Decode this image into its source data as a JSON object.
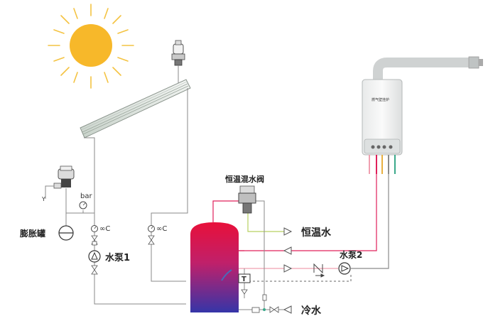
{
  "labels": {
    "expansion_tank": "膨胀罐",
    "pump1": "水泵1",
    "pump2": "水泵2",
    "thermostatic_valve": "恒温混水阀",
    "constant_temp_water": "恒温水",
    "cold_water": "冷水",
    "boiler_panel": "燃气壁挂炉",
    "gauge_bar": "bar",
    "temp_c_1": "∞C",
    "temp_c_2": "∞C",
    "sensor_letter": "T"
  },
  "icons": {
    "sun": "sun-icon",
    "air_vent": "air-vent-icon",
    "pump": "pump-icon",
    "check_valve": "check-valve-icon",
    "gauge": "pressure-gauge-icon",
    "thermometer": "thermometer-icon"
  },
  "colors": {
    "sun": "#f7b82a",
    "sun_rays": "#f4c342",
    "hot_pipe": "#e0205a",
    "warm_pipe": "#f0a0b0",
    "mixed_pipe": "#b8d060",
    "cold_pipe": "#3aa98a",
    "line": "#7a7a7a",
    "tank_top": "#e0103a",
    "tank_bottom": "#3a3aa8"
  }
}
